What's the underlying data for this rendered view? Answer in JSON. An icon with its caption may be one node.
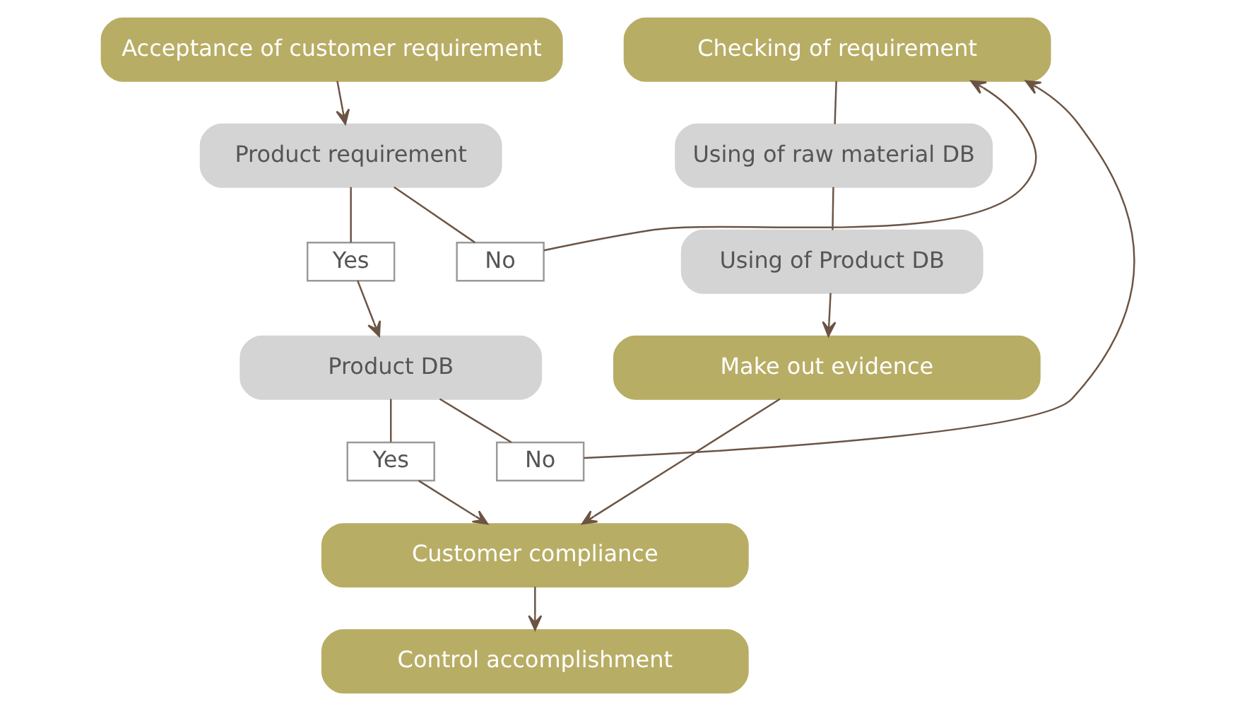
{
  "diagram": {
    "nodes": [
      {
        "text": [
          "Acceptance of customer requirement"
        ]
      },
      {
        "text": [
          "Checking of requirement"
        ]
      },
      {
        "text": [
          "Product requirement"
        ]
      },
      {
        "text": [
          "Yes"
        ]
      },
      {
        "text": [
          "No"
        ]
      },
      {
        "text": [
          "Product DB"
        ]
      },
      {
        "text": [
          "Yes"
        ]
      },
      {
        "text": [
          "No"
        ]
      },
      {
        "text": [
          "Using of raw material DB"
        ]
      },
      {
        "text": [
          "Using of Product DB"
        ]
      },
      {
        "text": [
          "Make out evidence"
        ]
      },
      {
        "text": [
          "Customer compliance"
        ]
      },
      {
        "text": [
          "Control accomplishment"
        ]
      }
    ],
    "edges": [
      {
        "from": 0,
        "to": 2,
        "arrow": "to"
      },
      {
        "from": 2,
        "to": 3,
        "arrow": "none"
      },
      {
        "from": 3,
        "to": 5,
        "arrow": "to"
      },
      {
        "from": 2,
        "to": 4,
        "arrow": "none"
      },
      {
        "from": 4,
        "to": 1,
        "arrow": "to"
      },
      {
        "from": 5,
        "to": 7,
        "arrow": "none"
      },
      {
        "from": 7,
        "to": 1,
        "arrow": "to"
      },
      {
        "from": 5,
        "to": 6,
        "arrow": "none"
      },
      {
        "from": 6,
        "to": 11,
        "arrow": "to"
      },
      {
        "from": 1,
        "to": 8,
        "arrow": "none"
      },
      {
        "from": 8,
        "to": 9,
        "arrow": "none"
      },
      {
        "from": 9,
        "to": 10,
        "arrow": "to"
      },
      {
        "from": 10,
        "to": 11,
        "arrow": "to"
      },
      {
        "from": 11,
        "to": 12,
        "arrow": "to"
      }
    ]
  }
}
